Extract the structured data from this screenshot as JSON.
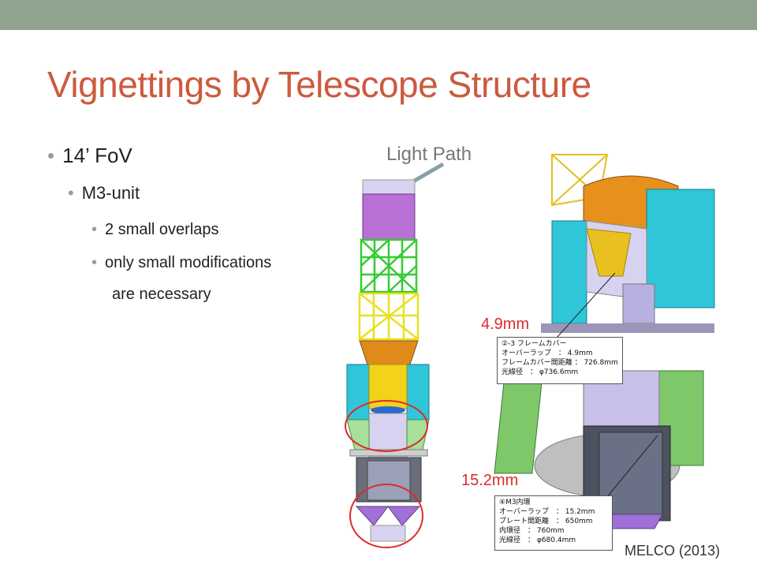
{
  "slide": {
    "title": "Vignettings by Telescope Structure",
    "bullets": [
      {
        "text": "14’ FoV",
        "level": 1
      },
      {
        "text": "M3-unit",
        "level": 2
      },
      {
        "text": "2 small overlaps",
        "level": 3
      },
      {
        "text": "only small modifications",
        "level": 3
      },
      {
        "text": "are necessary",
        "level": 3
      }
    ],
    "light_path_label": "Light Path",
    "overlap_labels": [
      "4.9mm",
      "15.2mm"
    ],
    "credit": "MELCO (2013)",
    "infobox1": {
      "line1": "②-3  フレームカバー",
      "line2": "オーバーラップ　：  4.9mm",
      "line3": "フレームカバー間距離  ：  726.8mm",
      "line4": "光線径　：  φ736.6mm"
    },
    "infobox2": {
      "line1": "④M3内環",
      "line2": "オーバーラップ　：  15.2mm",
      "line3": "プレート間距離　：  650mm",
      "line4": "内環径　：  760mm",
      "line5": "光線径　：  φ680.4mm"
    }
  },
  "colors": {
    "accent_title": "#cc5a3f",
    "topbar": "#8fa38f",
    "red_marker": "#dd2b2b"
  }
}
